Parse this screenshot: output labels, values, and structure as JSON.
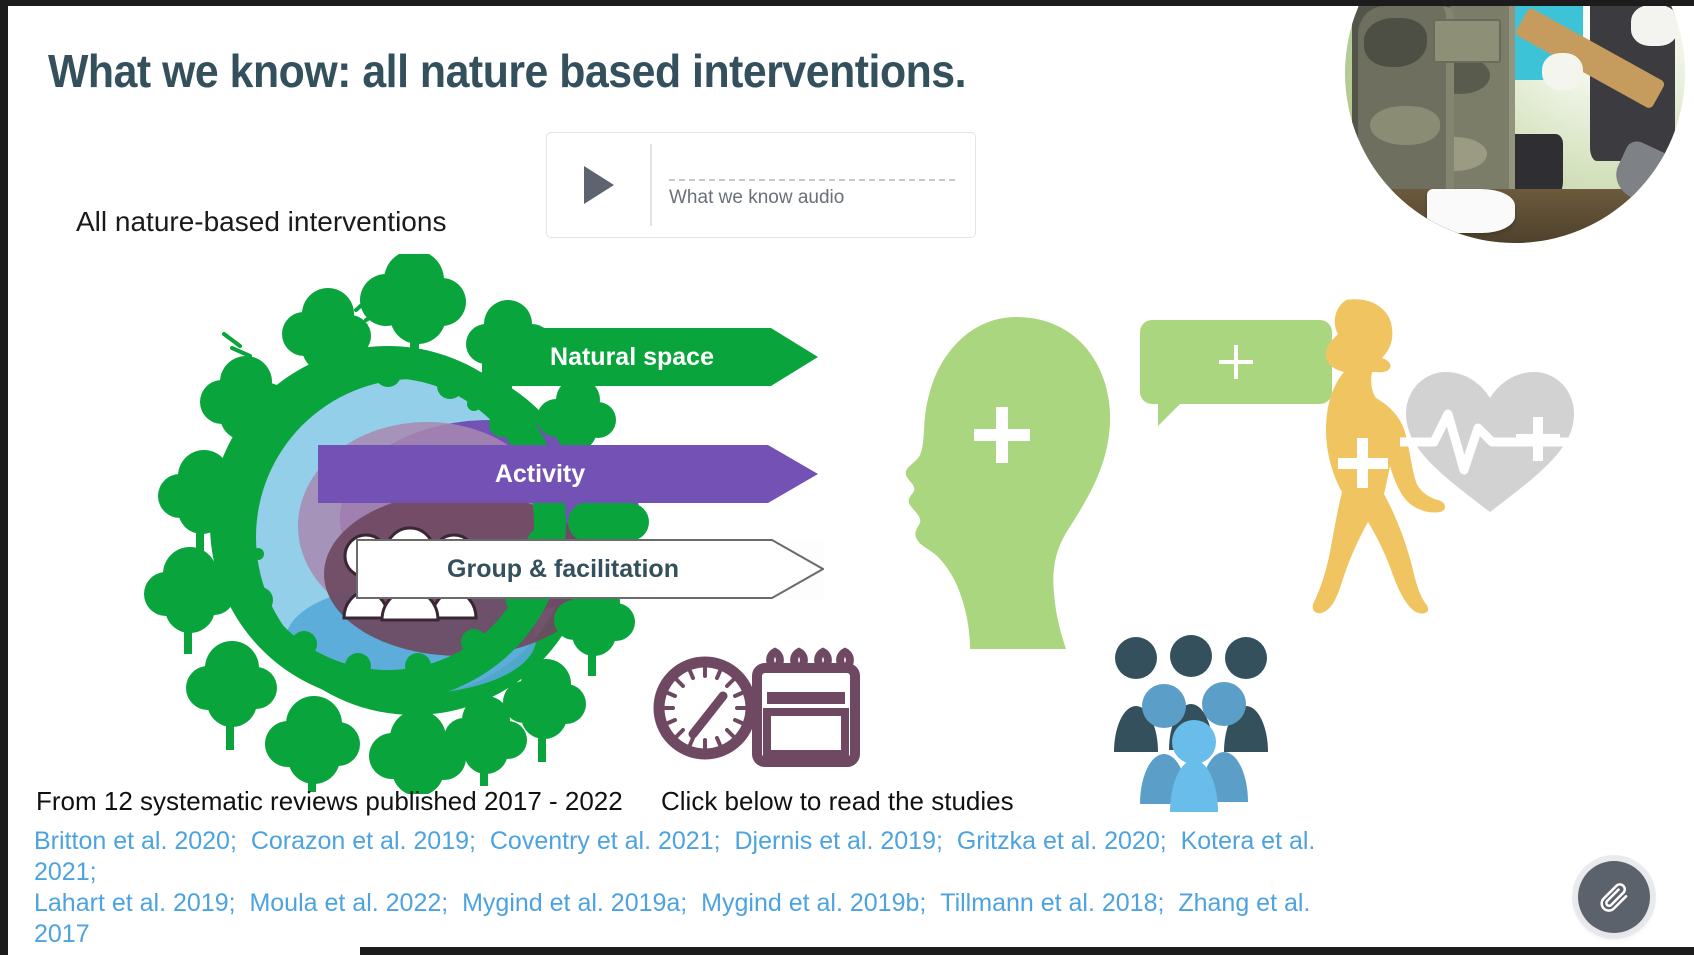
{
  "slide": {
    "title": "What we know: all nature based interventions.",
    "intervention_label": "All nature-based interventions",
    "source_line": "From 12 systematic reviews published 2017 - 2022",
    "click_line": "Click below to read the studies"
  },
  "audio": {
    "track_title": "What we know audio",
    "play_icon": "play-triangle-icon"
  },
  "hero_photo": {
    "alt": "volunteers digging with shovels outdoors"
  },
  "arrows": [
    {
      "label": "Natural space",
      "color": "#0aa43c",
      "text_color": "#ffffff"
    },
    {
      "label": "Activity",
      "color": "#7351b5",
      "text_color": "#ffffff"
    },
    {
      "label": "Group & facilitation",
      "color": "#ffffff",
      "text_color": "#33505c"
    }
  ],
  "icons": {
    "head": "head-silhouette-icon",
    "speech": "speech-bubble-icon",
    "walker": "walking-person-icon",
    "heart": "heart-ecg-icon",
    "clock": "clock-icon",
    "calendar": "calendar-icon",
    "people_group": "people-group-icon",
    "circle_people": "people-white-icon",
    "attach": "paperclip-icon"
  },
  "citations": {
    "line1": [
      "Britton et al. 2020;",
      "Corazon et al. 2019;",
      "Coventry et al. 2021;",
      "Djernis et al. 2019;",
      "Gritzka et al. 2020;",
      "Kotera et al. 2021;"
    ],
    "line2": [
      "Lahart et al. 2019;",
      "Moula et al. 2022;",
      "Mygind et al. 2019a;",
      "Mygind et al. 2019b;",
      "Tillmann et al. 2018;",
      "Zhang et al. 2017"
    ]
  },
  "colors": {
    "title": "#33505c",
    "green": "#0aa43c",
    "purple": "#7351b5",
    "light_green": "#a9d67f",
    "gold": "#f0c561",
    "grey_heart": "#d2d2d2",
    "plum": "#6f4961",
    "link_blue": "#4da3e0",
    "slate": "#33505c",
    "blue_mid": "#5b9fc9",
    "blue_light": "#69bdeb"
  }
}
